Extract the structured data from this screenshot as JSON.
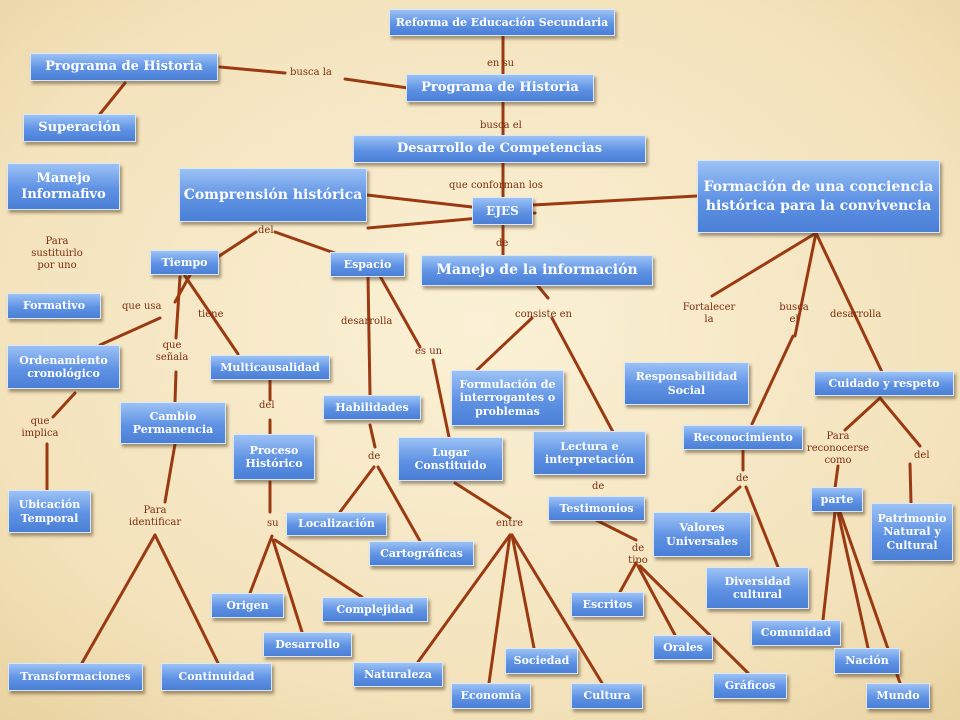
{
  "nodes": {
    "reforma": "Reforma de Educación Secundaria",
    "programa_historia_centro": "Programa de Historia",
    "programa_historia_izq": "Programa de Historia",
    "superacion": "Superación",
    "manejo_informativo": "Manejo Informafivo",
    "formativo": "Formativo",
    "desarrollo_competencias": "Desarrollo de Competencias",
    "comprension_historica": "Comprensión histórica",
    "ejes": "EJES",
    "formacion_conciencia": "Formación de una conciencia histórica para la convivencia",
    "manejo_informacion": "Manejo de la información",
    "tiempo": "Tiempo",
    "espacio": "Espacio",
    "ordenamiento": "Ordenamiento cronológico",
    "multicausalidad": "Multicausalidad",
    "cambio_permanencia": "Cambio Permanencia",
    "habilidades": "Habilidades",
    "proceso_historico": "Proceso Histórico",
    "lugar_constituido": "Lugar Constituido",
    "formulacion": "Formulación de interrogantes o problemas",
    "lectura": "Lectura e interpretación",
    "testimonios": "Testimonios",
    "responsabilidad": "Responsabilidad Social",
    "reconocimiento": "Reconocimiento",
    "cuidado": "Cuidado y respeto",
    "ubicacion": "Ubicación Temporal",
    "localizacion": "Localización",
    "cartograficas": "Cartográficas",
    "origen": "Origen",
    "complejidad": "Complejidad",
    "desarrollo": "Desarrollo",
    "valores": "Valores Universales",
    "parte": "parte",
    "patrimonio": "Patrimonio Natural y Cultural",
    "diversidad": "Diversidad cultural",
    "escritos": "Escritos",
    "orales": "Orales",
    "graficos": "Gráficos",
    "comunidad": "Comunidad",
    "nacion": "Nación",
    "mundo": "Mundo",
    "transformaciones": "Transformaciones",
    "continuidad": "Continuidad",
    "naturaleza": "Naturaleza",
    "sociedad": "Sociedad",
    "economia": "Economía",
    "cultura": "Cultura"
  },
  "labels": {
    "en_su": "en su",
    "busca_la": "busca  la",
    "busca_el": "busca  el",
    "que_conforman": "que  conforman  los",
    "de_ejes": "de",
    "del_comprension": "del",
    "para_sustituirlo": "Para sustituirlo por uno",
    "que_usa": "que  usa",
    "tiene": "tiene",
    "que_senala": "que señala",
    "desarrolla_espacio": "desarrolla",
    "es_un": "es un",
    "consiste_en": "consiste  en",
    "fortalecer_la": "Fortalecer la",
    "busca_el_2": "busca el",
    "desarrolla_formacion": "desarrolla",
    "que_implica": "que implica",
    "del_multicausalidad": "del",
    "de_habilidades": "de",
    "para_identificar": "Para identificar",
    "su": "su",
    "entre": "entre",
    "de_lectura": "de",
    "de_tipo": "de tipo",
    "de_reconocimiento": "de",
    "para_reconocerse": "Para reconocerse como",
    "del_cuidado": "del"
  },
  "colors": {
    "line": "#9a3a12",
    "label": "#7a2e10",
    "node_top": "#9cc2f5",
    "node_bottom": "#4a7fd6",
    "background": "#f4e6c4"
  }
}
